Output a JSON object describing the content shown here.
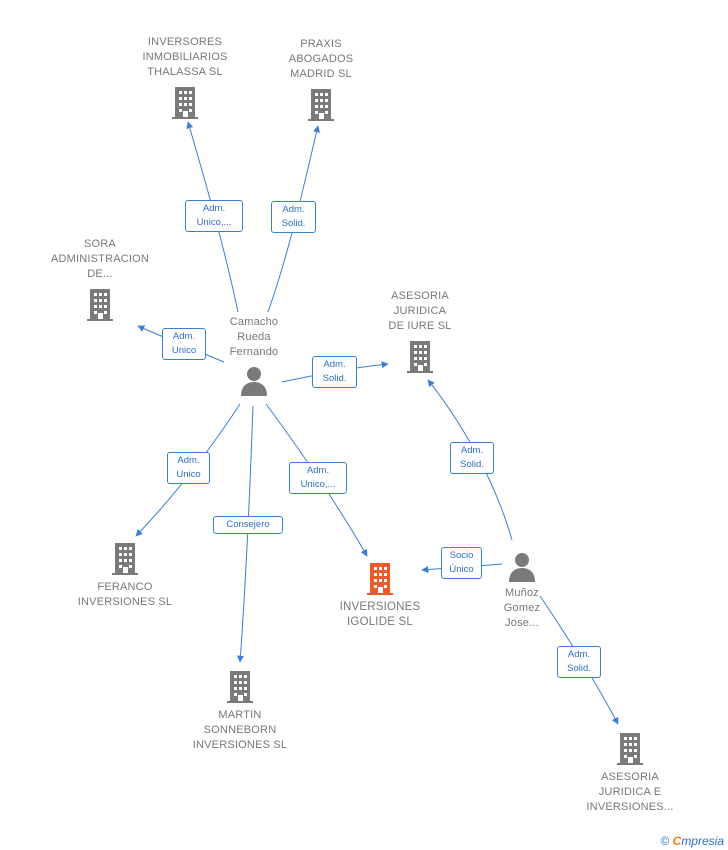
{
  "colors": {
    "edge": "#3a7fd5",
    "node_grey": "#7a7a7a",
    "node_highlight": "#f05a28",
    "label_grey": "#777777"
  },
  "nodes": {
    "thalassa": {
      "label": "INVERSORES\nINMOBILIARIOS\nTHALASSA SL",
      "icon": "building-icon"
    },
    "praxis": {
      "label": "PRAXIS\nABOGADOS\nMADRID SL",
      "icon": "building-icon"
    },
    "sora": {
      "label": "SORA\nADMINISTRACION\nDE...",
      "icon": "building-icon"
    },
    "camacho": {
      "label": "Camacho\nRueda\nFernando",
      "icon": "person-icon"
    },
    "asesoria_iure": {
      "label": "ASESORIA\nJURIDICA\nDE IURE SL",
      "icon": "building-icon"
    },
    "feranco": {
      "label": "FERANCO\nINVERSIONES SL",
      "icon": "building-icon"
    },
    "igolide": {
      "label": "INVERSIONES\nIGOLIDE SL",
      "icon": "building-icon"
    },
    "munoz": {
      "label": "Muñoz\nGomez\nJose...",
      "icon": "person-icon"
    },
    "martin": {
      "label": "MARTIN\nSONNEBORN\nINVERSIONES SL",
      "icon": "building-icon"
    },
    "asesoria_inv": {
      "label": "ASESORIA\nJURIDICA E\nINVERSIONES...",
      "icon": "building-icon"
    }
  },
  "edges": {
    "e_thalassa": "Adm.\nUnico,...",
    "e_praxis": "Adm.\nSolid.",
    "e_sora": "Adm.\nUnico",
    "e_iure_camacho": "Adm.\nSolid.",
    "e_feranco": "Adm.\nUnico",
    "e_igolide_camacho": "Adm.\nUnico,...",
    "e_martin": "Consejero",
    "e_iure_munoz": "Adm.\nSolid.",
    "e_igolide_munoz": "Socio\nÚnico",
    "e_asesoria_inv": "Adm.\nSolid."
  },
  "footer": {
    "copyright": "©",
    "brand_first": "C",
    "brand_rest": "mpresia"
  }
}
